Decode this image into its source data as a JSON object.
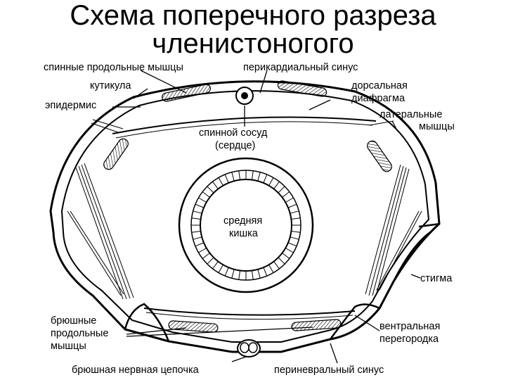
{
  "title": {
    "line1": "Схема поперечного разреза",
    "line2": "членистоногого"
  },
  "labels": {
    "dorsal_long_muscles": "спинные продольные мышцы",
    "pericardial_sinus": "перикардиальный синус",
    "cuticle": "кутикула",
    "dorsal_diaphragm_1": "дорсальная",
    "dorsal_diaphragm_2": "диафрагма",
    "epidermis": "эпидермис",
    "lateral_muscles_1": "латеральные",
    "lateral_muscles_2": "мышцы",
    "dorsal_vessel_1": "спинной сосуд",
    "dorsal_vessel_2": "(сердце)",
    "midgut_1": "средняя",
    "midgut_2": "кишка",
    "stigma": "стигма",
    "ventral_muscles_1": "брюшные",
    "ventral_muscles_2": "продольные",
    "ventral_muscles_3": "мышцы",
    "ventral_septum_1": "вентральная",
    "ventral_septum_2": "перегородка",
    "ventral_nerve_cord": "брюшная нервная цепочка",
    "perineural_sinus": "периневральный синус"
  }
}
